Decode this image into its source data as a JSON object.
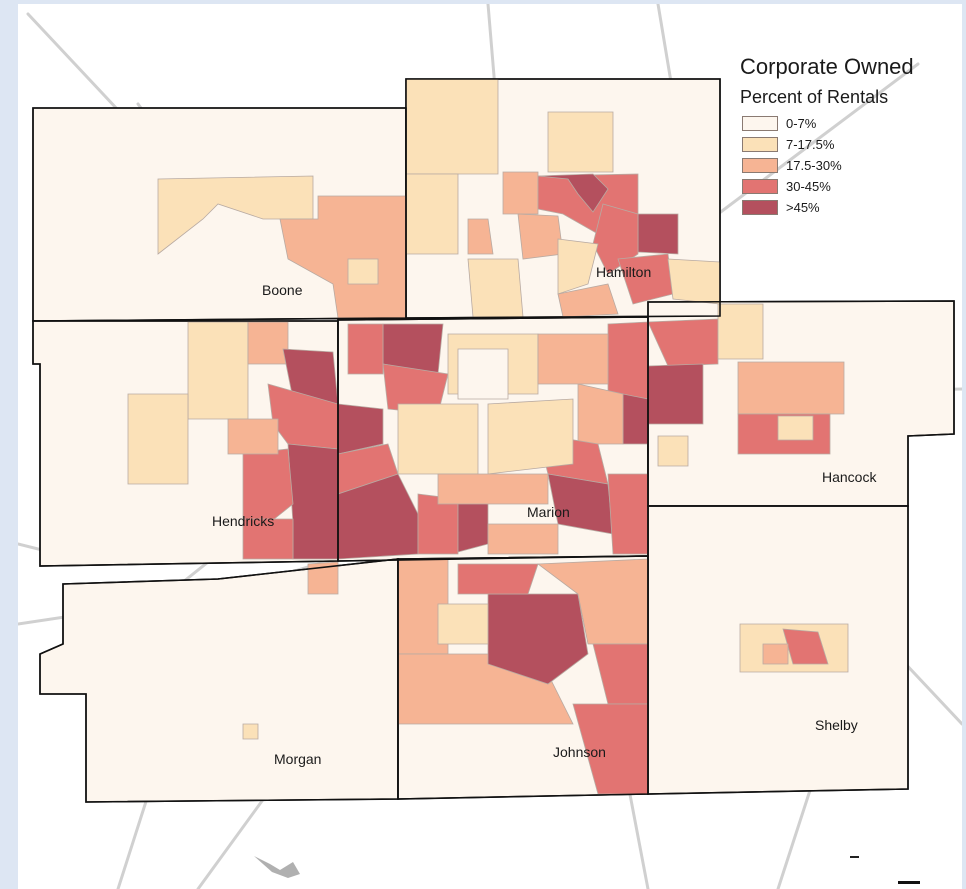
{
  "legend": {
    "title": "Corporate Owned",
    "subtitle": "Percent of Rentals",
    "classes": [
      {
        "label": "0-7%",
        "color": "#fdf6ee"
      },
      {
        "label": "7-17.5%",
        "color": "#fbe1b8"
      },
      {
        "label": "17.5-30%",
        "color": "#f6b494"
      },
      {
        "label": "30-45%",
        "color": "#e27472"
      },
      {
        "label": ">45%",
        "color": "#b4505e"
      }
    ]
  },
  "counties": [
    {
      "name": "Boone",
      "key": "boone"
    },
    {
      "name": "Hamilton",
      "key": "hamilton"
    },
    {
      "name": "Hendricks",
      "key": "hendricks"
    },
    {
      "name": "Marion",
      "key": "marion"
    },
    {
      "name": "Hancock",
      "key": "hancock"
    },
    {
      "name": "Morgan",
      "key": "morgan"
    },
    {
      "name": "Johnson",
      "key": "johnson"
    },
    {
      "name": "Shelby",
      "key": "shelby"
    }
  ],
  "colors": {
    "background": "#dde6f3",
    "county_border": "#111111",
    "tract_border": "#b8aaa2",
    "roads": "#cfcfcf",
    "water": "#9a9a9a"
  }
}
